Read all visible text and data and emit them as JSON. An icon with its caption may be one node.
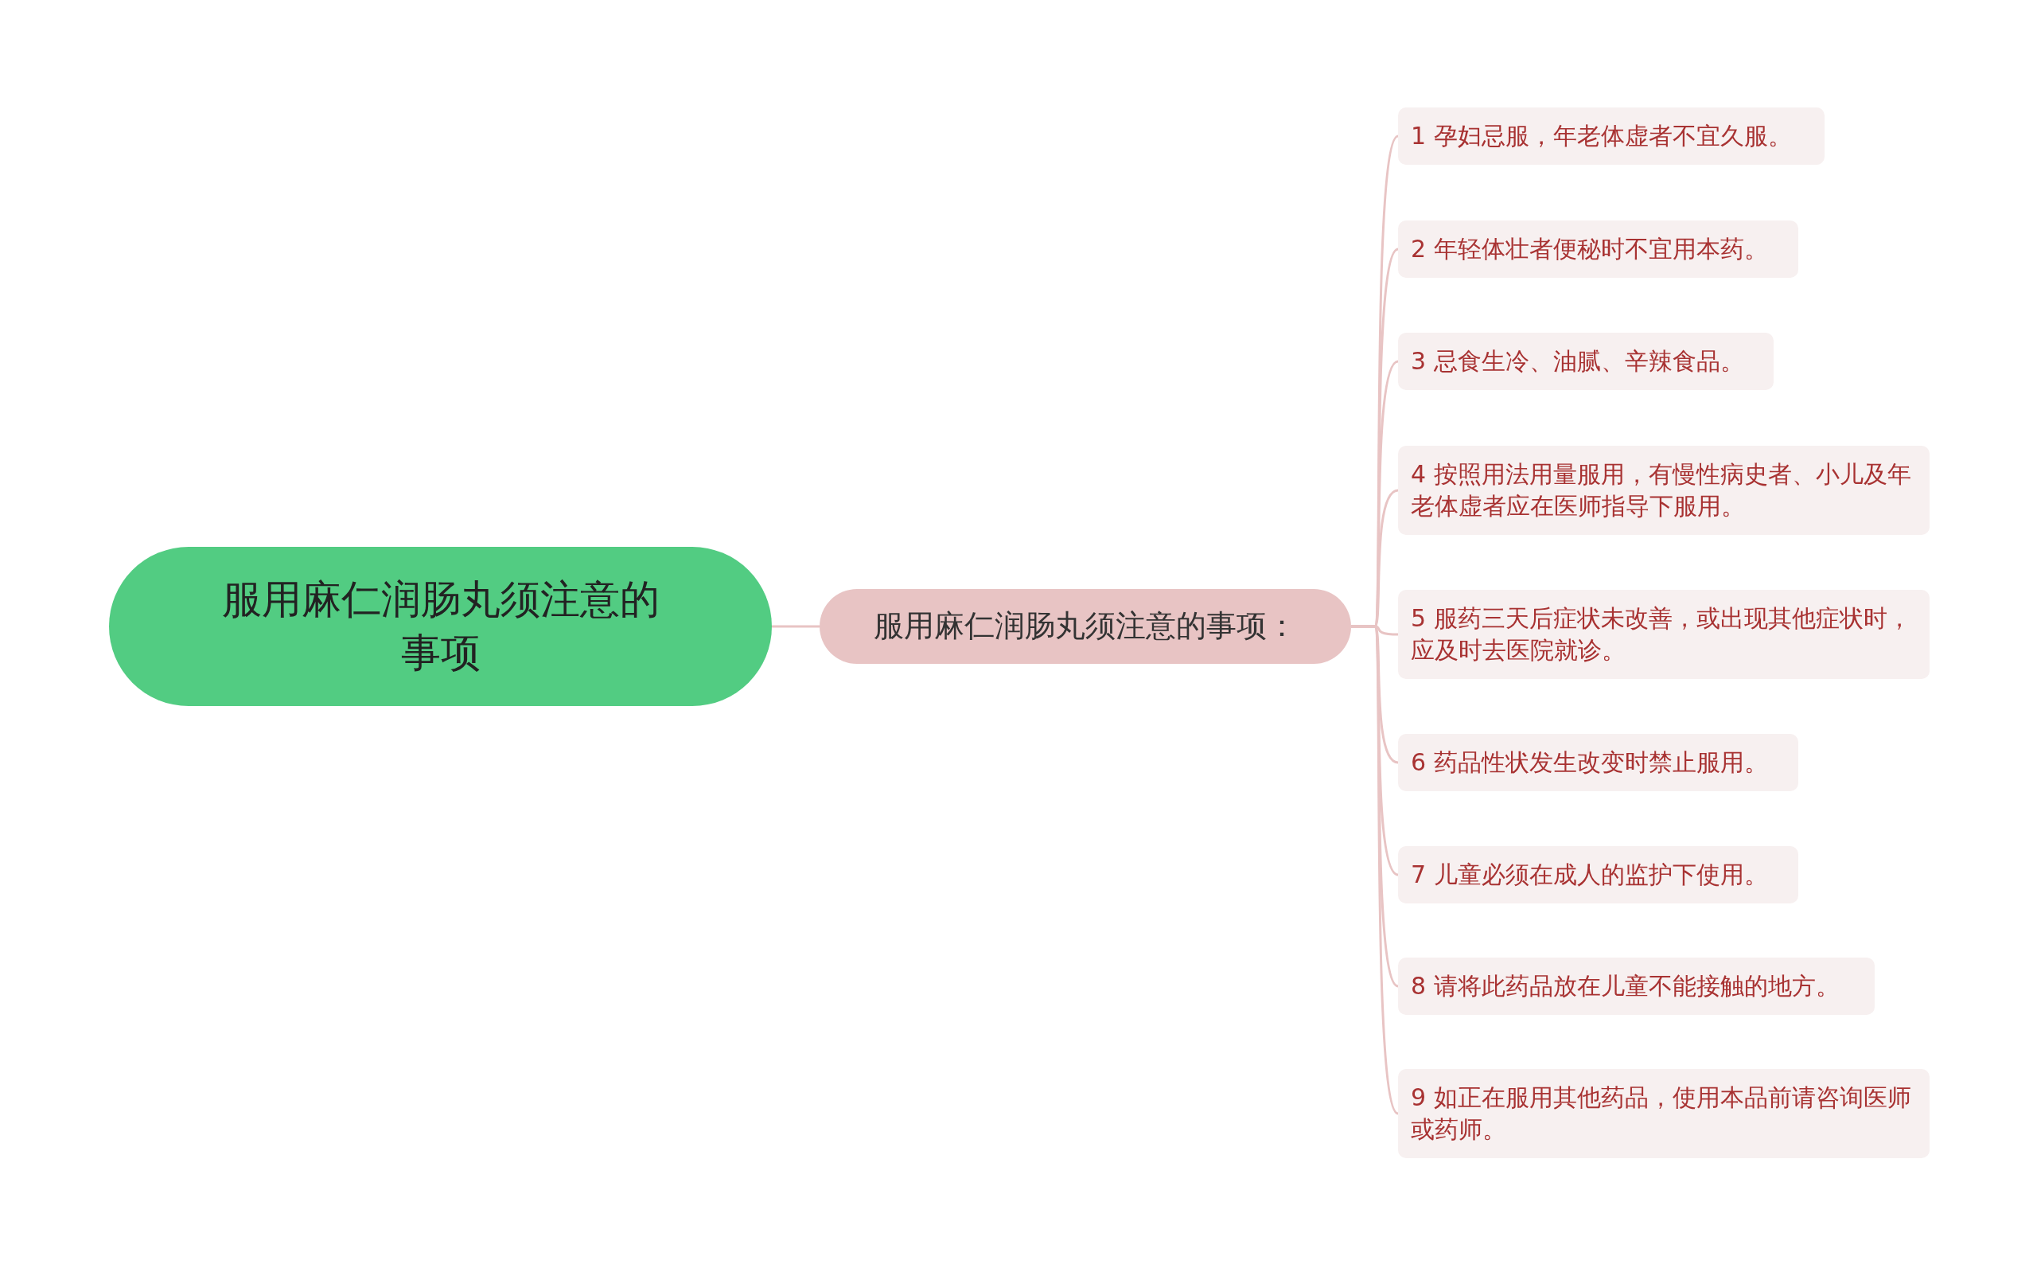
{
  "diagram": {
    "nodes": [
      {
        "text": [
          "服用麻仁润肠丸须注意的事项"
        ]
      },
      {
        "text": [
          "服用麻仁润肠丸须注意的事项："
        ]
      },
      {
        "text": [
          "1 孕妇忌服，年老体虚者不宜久服。"
        ]
      },
      {
        "text": [
          "2 年轻体壮者便秘时不宜用本药。"
        ]
      },
      {
        "text": [
          "3 忌食生冷、油腻、辛辣食品。"
        ]
      },
      {
        "text": [
          "4 按照用法用量服用，有慢性病史者、小儿及年老体虚者应在医师指导下服用。"
        ]
      },
      {
        "text": [
          "5 服药三天后症状未改善，或出现其他症状时，应及时去医院就诊。"
        ]
      },
      {
        "text": [
          "6 药品性状发生改变时禁止服用。"
        ]
      },
      {
        "text": [
          "7 儿童必须在成人的监护下使用。"
        ]
      },
      {
        "text": [
          "8 请将此药品放在儿童不能接触的地方。"
        ]
      },
      {
        "text": [
          "9 如正在服用其他药品，使用本品前请咨询医师或药师。"
        ]
      }
    ],
    "edges": [
      {
        "from": 0,
        "to": 1,
        "arrow": "none"
      },
      {
        "from": 1,
        "to": 2,
        "arrow": "none"
      },
      {
        "from": 1,
        "to": 3,
        "arrow": "none"
      },
      {
        "from": 1,
        "to": 4,
        "arrow": "none"
      },
      {
        "from": 1,
        "to": 5,
        "arrow": "none"
      },
      {
        "from": 1,
        "to": 6,
        "arrow": "none"
      },
      {
        "from": 1,
        "to": 7,
        "arrow": "none"
      },
      {
        "from": 1,
        "to": 8,
        "arrow": "none"
      },
      {
        "from": 1,
        "to": 9,
        "arrow": "none"
      },
      {
        "from": 1,
        "to": 10,
        "arrow": "none"
      }
    ]
  }
}
